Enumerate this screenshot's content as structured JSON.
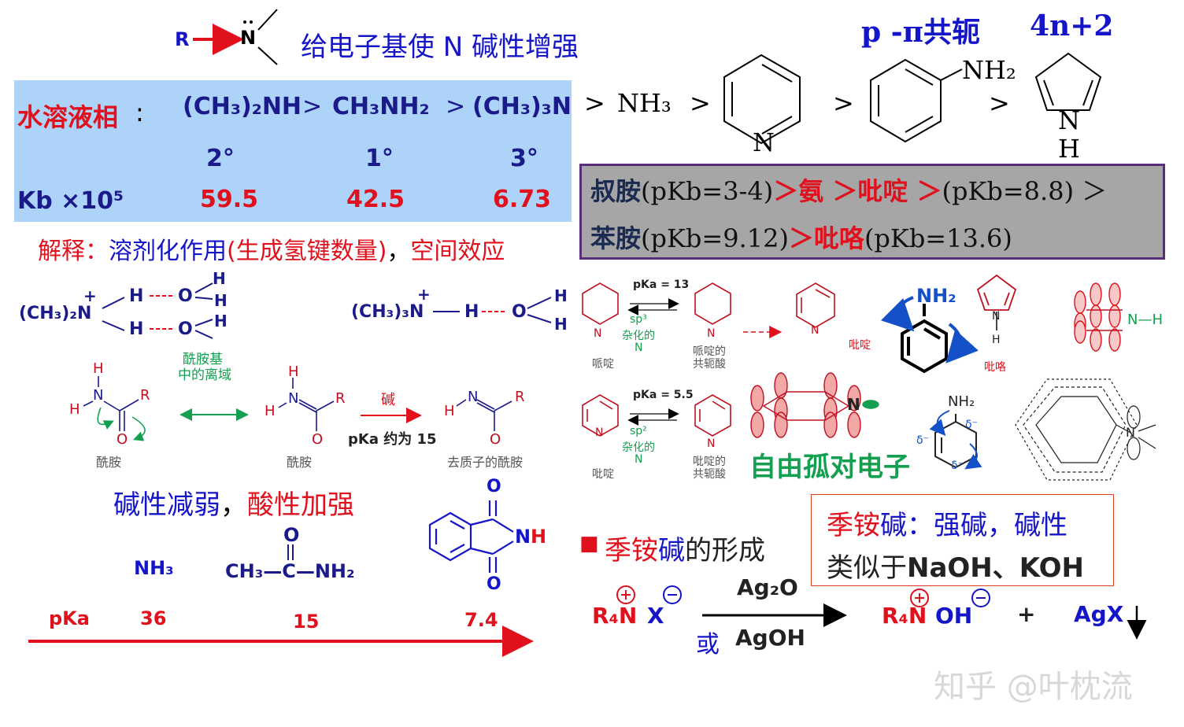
{
  "top": {
    "r_label": "R",
    "n_label": "N",
    "heading": "给电子基使 N 碱性增强",
    "conj": "p -π共轭",
    "huckel": "4n+2"
  },
  "aqueous": {
    "label": "水溶液相",
    "colon": ":",
    "c1": "(CH₃)₂NH",
    "gt1": ">",
    "c2": "CH₃NH₂",
    "gt2": ">",
    "c3": "(CH₃)₃N",
    "d1": "2°",
    "d2": "1°",
    "d3": "3°",
    "kb_label": "Kb ×10⁵",
    "v1": "59.5",
    "v2": "42.5",
    "v3": "6.73"
  },
  "series": {
    "gt_a": ">",
    "nh3": "NH₃",
    "gt_b": ">",
    "gt_c": ">",
    "gt_d": ">",
    "n": "N",
    "nh2": "NH₂",
    "pyrrole_n": "N",
    "pyrrole_h": "H"
  },
  "gray": {
    "line1": [
      {
        "t": "叔胺",
        "c": "#1a2a50"
      },
      {
        "t": "(pKb=3-4)",
        "c": "#101010"
      },
      {
        "t": "＞氨 ＞吡啶 ＞",
        "c": "#e0101c"
      },
      {
        "t": "(pKb=8.8) ＞",
        "c": "#101010"
      }
    ],
    "line2": [
      {
        "t": "苯胺",
        "c": "#1a2a50"
      },
      {
        "t": "(pKb=9.12)",
        "c": "#101010"
      },
      {
        "t": "＞吡咯",
        "c": "#e0101c"
      },
      {
        "t": "(pKb=13.6)",
        "c": "#101010"
      }
    ]
  },
  "explain": {
    "prefix": "解释：",
    "a": "溶剂化作用",
    "b": "(生成氢键数量)",
    "c": "，",
    "d": "空间效应"
  },
  "hbond": {
    "left_group": "(CH₃)₂N",
    "right_group": "(CH₃)₃N",
    "h": "H",
    "o": "O",
    "plus": "+",
    "note1": "酰胺基",
    "note2": "中的离域"
  },
  "amide": {
    "label1": "酰胺",
    "label2": "酰胺",
    "label3": "去质子的酰胺",
    "base": "碱",
    "pka": "pKa 约为 15",
    "r": "R",
    "h": "H",
    "n": "N",
    "o": "O"
  },
  "trend": {
    "text_a": "碱性减弱",
    "comma": "，",
    "text_b": "酸性加强",
    "nh3": "NH₃",
    "acetamide": "CH₃—C—NH₂",
    "acetamide_o": "O",
    "pka_label": "pKa",
    "v1": "36",
    "v2": "15",
    "v3": "7.4",
    "phth_o": "O",
    "phth_n": "N",
    "phth_h": "H"
  },
  "rings": {
    "pka13": "pKa = 13",
    "sp3": "sp³",
    "hybrid1": "杂化的",
    "n1": "N",
    "piperidine": "哌啶",
    "pip_acid1": "哌啶的",
    "pip_acid2": "共轭酸",
    "pyridine_small": "吡啶",
    "pyrrole_small": "吡咯",
    "pka55": "pKa = 5.5",
    "sp2": "sp²",
    "hybrid2": "杂化的",
    "n2": "N",
    "pyridine_b": "吡啶",
    "py_acid1": "吡啶的",
    "py_acid2": "共轭酸",
    "free_pair": "自由孤对电子",
    "nh2": "NH₂",
    "n": "N",
    "h": "H",
    "delta": "δ⁻"
  },
  "quat": {
    "bullet": "■",
    "title_a": "季铵",
    "title_b": "碱",
    "title_c": "的形成",
    "box_a": "季铵",
    "box_b": "碱：强碱，碱性",
    "box_c": "类似于",
    "box_d": "NaOH、KOH",
    "r4n": "R₄N",
    "x": "X",
    "ag2o": "Ag₂O",
    "or": "或",
    "agoh": "AgOH",
    "oh": "OH",
    "plus": "+",
    "agx": "AgX"
  },
  "watermark": "知乎 @叶枕流",
  "colors": {
    "blue": "#1414c8",
    "red": "#e0101c",
    "green": "#14a050",
    "panel": "#aed3f8",
    "gray": "#a6a6a6"
  }
}
